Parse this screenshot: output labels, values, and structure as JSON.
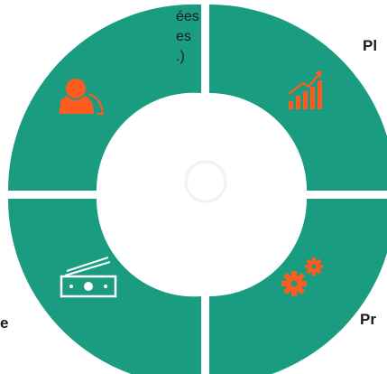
{
  "colors": {
    "segment": "#1a9c81",
    "icon": "#ff5a1f",
    "center": "#ffffff",
    "text": "#1a1a1a"
  },
  "labels": {
    "top_left": [
      "ées",
      "es",
      ".)"
    ],
    "top_right": "Pl",
    "bottom_left": "e",
    "bottom_right": "Pr"
  },
  "icons": {
    "top_left": "person-icon",
    "top_right": "growth-chart-icon",
    "bottom_left": "cash-icon",
    "bottom_right": "gears-icon"
  }
}
